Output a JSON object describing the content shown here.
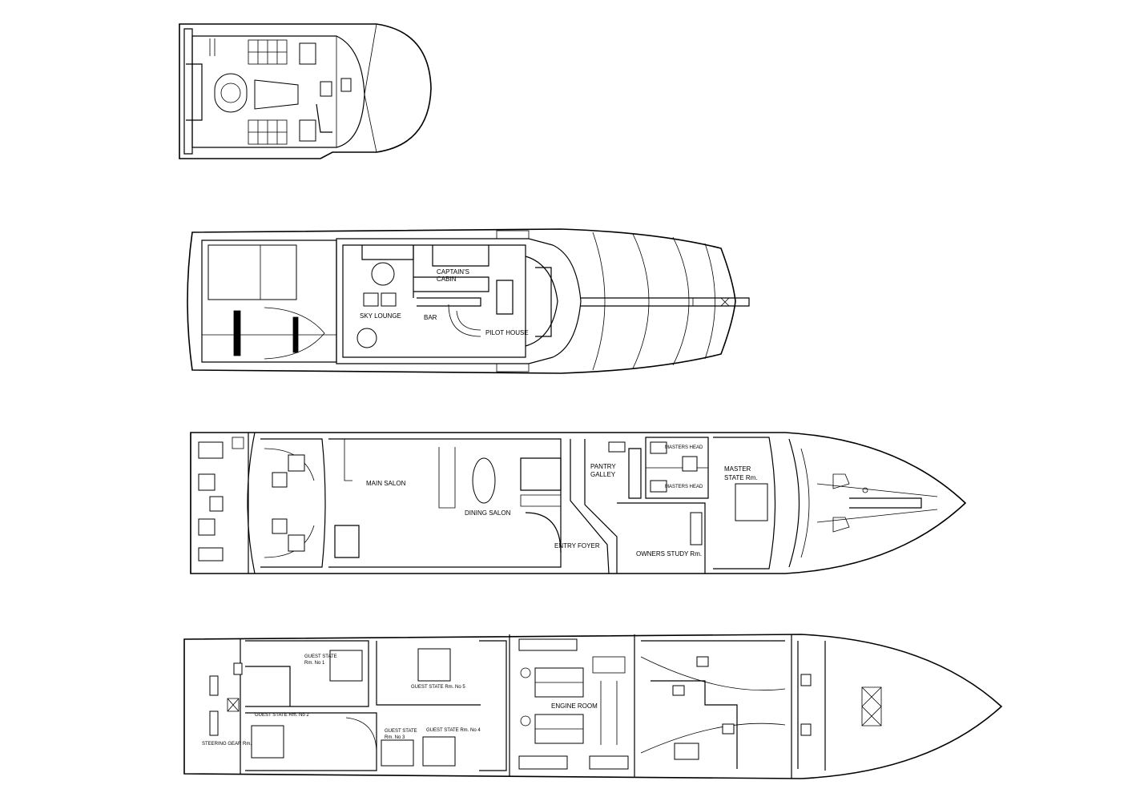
{
  "decks": {
    "sun_deck": {},
    "bridge_deck": {
      "labels": {
        "captains_cabin_1": "CAPTAIN'S",
        "captains_cabin_2": "CABIN",
        "sky_lounge": "SKY LOUNGE",
        "bar": "BAR",
        "pilot_house": "PILOT HOUSE"
      }
    },
    "main_deck": {
      "labels": {
        "main_salon": "MAIN  SALON",
        "dining_salon": "DINING SALON",
        "pantry_galley_1": "PANTRY",
        "pantry_galley_2": "GALLEY",
        "entry_foyer": "ENTRY FOYER",
        "owners_study": "OWNERS STUDY Rm.",
        "master_state_1": "MASTER",
        "master_state_2": "STATE Rm.",
        "masters_head_1": "MASTERS HEAD",
        "masters_head_2": "MASTERS HEAD"
      }
    },
    "lower_deck": {
      "labels": {
        "guest_1a": "GUEST STATE",
        "guest_1b": "Rm. No 1",
        "guest_2": "GUEST STATE Rm. No 2",
        "guest_3a": "GUEST STATE",
        "guest_3b": "Rm. No 3",
        "guest_4": "GUEST STATE Rm. No 4",
        "guest_5": "GUEST STATE Rm. No 5",
        "engine_room": "ENGINE ROOM",
        "steering_gear": "STEERING GEAR Rm."
      }
    }
  }
}
